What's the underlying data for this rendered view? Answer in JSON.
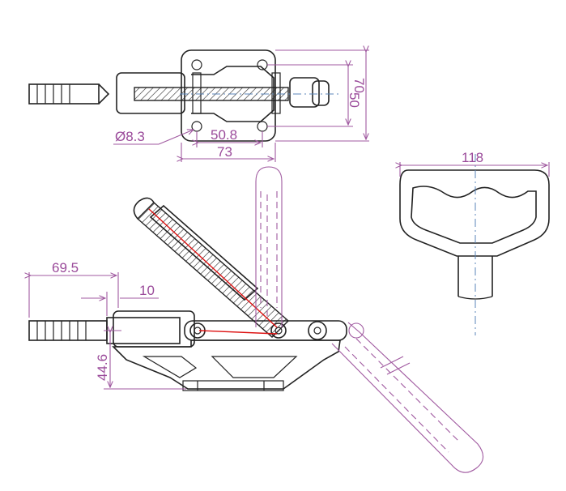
{
  "dimensions": {
    "width_73": "73",
    "spacing_50_8": "50.8",
    "hole_dia": "Ø8.3",
    "height_50": "50",
    "height_70": "70",
    "handle_118": "118",
    "length_69_5": "69.5",
    "offset_10": "10",
    "height_44_6": "44.6"
  },
  "colors": {
    "dimension_line": "#a05aa0",
    "outline": "#222222",
    "centerline": "#5b86b8",
    "linkage": "#dd1111"
  }
}
